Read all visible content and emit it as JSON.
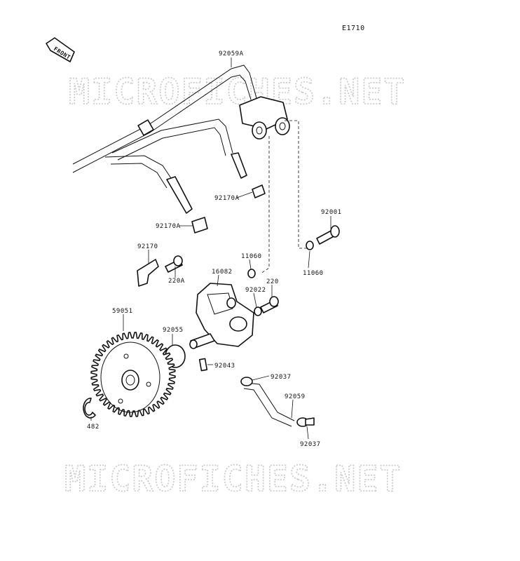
{
  "diagram": {
    "code": "E1710",
    "front_label": "FRONT",
    "watermark_top": "MICROFICHES.NET",
    "watermark_bottom": "MICROFICHES.NET",
    "parts": {
      "p92059A": "92059A",
      "p92170A_upper": "92170A",
      "p92170A_lower": "92170A",
      "p92001": "92001",
      "p11060_left": "11060",
      "p11060_right": "11060",
      "p92170": "92170",
      "p16082": "16082",
      "p220A": "220A",
      "p220": "220",
      "p92022": "92022",
      "p59051": "59051",
      "p92055": "92055",
      "p92043": "92043",
      "p92037_upper": "92037",
      "p92059": "92059",
      "p92037_lower": "92037",
      "p482": "482"
    }
  }
}
